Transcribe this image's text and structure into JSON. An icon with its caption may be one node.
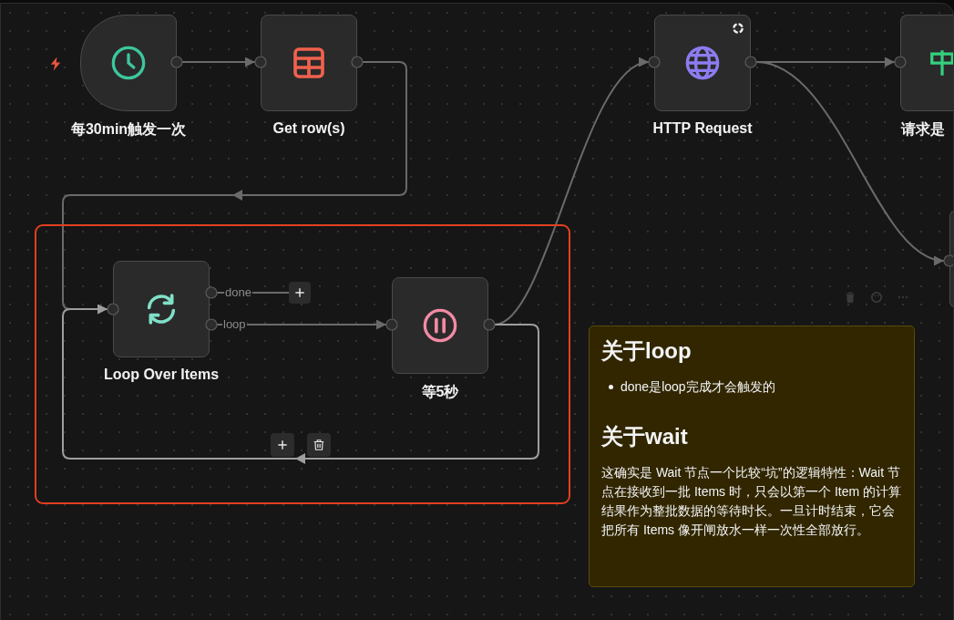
{
  "diagram": {
    "nodes": [
      {
        "text": [
          "每30min触发一次"
        ]
      },
      {
        "text": [
          "Get row(s)"
        ]
      },
      {
        "text": [
          "HTTP Request"
        ]
      },
      {
        "text": [
          "请求是"
        ]
      },
      {
        "text": [],
        "shape": "box"
      },
      {
        "text": [],
        "shape": "box"
      },
      {
        "text": [
          "Loop Over Items"
        ],
        "in": 5
      },
      {
        "text": [
          "等5秒"
        ],
        "in": 5
      },
      {
        "text": [],
        "shape": "box",
        "in": 5
      },
      {
        "text": [],
        "shape": "box",
        "in": 5
      },
      {
        "text": [],
        "shape": "box",
        "in": 5
      },
      {
        "text": [
          "关于loop",
          "done是loop完成才会触发的",
          "关于wait",
          "这确实是 Wait 节点一个比较“坑”的逻辑特性：Wait 节点在接收到一批 Items 时，只会以第一个 Item 的计算结果作为整批数据的等待时长。一旦计时结束，它会把所有 Items 像开闸放水一样一次性全部放行。"
        ]
      }
    ],
    "edges": [
      {
        "from": 0,
        "to": 1,
        "arrow": "to"
      },
      {
        "from": 1,
        "to": 6,
        "arrow": "to"
      },
      {
        "from": 6,
        "to": 8,
        "arrow": "none",
        "label": "done"
      },
      {
        "from": 6,
        "to": 7,
        "arrow": "to",
        "label": "loop"
      },
      {
        "from": 7,
        "to": 2,
        "arrow": "to"
      },
      {
        "from": 7,
        "to": 6,
        "arrow": "to",
        "color": "#9e9e9e"
      },
      {
        "from": 2,
        "to": 3,
        "arrow": "to"
      },
      {
        "from": 2,
        "to": 4,
        "arrow": "to"
      }
    ]
  }
}
